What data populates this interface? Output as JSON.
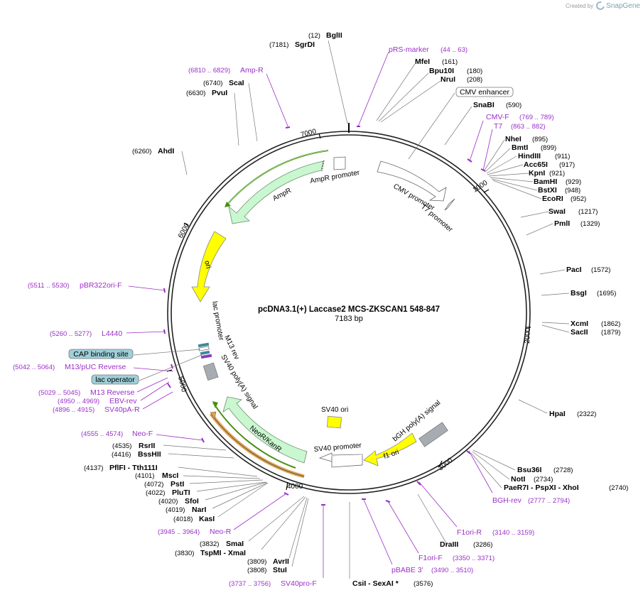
{
  "brand": {
    "created_by": "Created by",
    "product": "SnapGene"
  },
  "map": {
    "title": "pcDNA3.1(+) Laccase2 MCS-ZKSCAN1 548-847",
    "length": "7183 bp",
    "total_bp": 7183,
    "ticks": [
      "1000",
      "2000",
      "3000",
      "4000",
      "5000",
      "6000",
      "7000"
    ]
  },
  "enzymes": [
    {
      "name": "BglII",
      "pos": "(12)"
    },
    {
      "name": "SgrDI",
      "pos": "(7181)"
    },
    {
      "name": "MfeI",
      "pos": "(161)"
    },
    {
      "name": "Bpu10I",
      "pos": "(180)"
    },
    {
      "name": "NruI",
      "pos": "(208)"
    },
    {
      "name": "SnaBI",
      "pos": "(590)"
    },
    {
      "name": "NheI",
      "pos": "(895)"
    },
    {
      "name": "BmtI",
      "pos": "(899)"
    },
    {
      "name": "HindIII",
      "pos": "(911)"
    },
    {
      "name": "Acc65I",
      "pos": "(917)"
    },
    {
      "name": "KpnI",
      "pos": "(921)"
    },
    {
      "name": "BamHI",
      "pos": "(929)"
    },
    {
      "name": "BstXI",
      "pos": "(948)"
    },
    {
      "name": "EcoRI",
      "pos": "(952)"
    },
    {
      "name": "SwaI",
      "pos": "(1217)"
    },
    {
      "name": "PmlI",
      "pos": "(1329)"
    },
    {
      "name": "PacI",
      "pos": "(1572)"
    },
    {
      "name": "BsgI",
      "pos": "(1695)"
    },
    {
      "name": "XcmI",
      "pos": "(1862)"
    },
    {
      "name": "SacII",
      "pos": "(1879)"
    },
    {
      "name": "HpaI",
      "pos": "(2322)"
    },
    {
      "name": "Bsu36I",
      "pos": "(2728)"
    },
    {
      "name": "NotI",
      "pos": "(2734)"
    },
    {
      "name": "PaeR7I - PspXI - XhoI",
      "pos": "(2740)"
    },
    {
      "name": "DraIII",
      "pos": "(3286)"
    },
    {
      "name": "CsiI - SexAI *",
      "pos": "(3576)"
    },
    {
      "name": "StuI",
      "pos": "(3808)"
    },
    {
      "name": "AvrII",
      "pos": "(3809)"
    },
    {
      "name": "TspMI - XmaI",
      "pos": "(3830)"
    },
    {
      "name": "SmaI",
      "pos": "(3832)"
    },
    {
      "name": "KasI",
      "pos": "(4018)"
    },
    {
      "name": "NarI",
      "pos": "(4019)"
    },
    {
      "name": "SfoI",
      "pos": "(4020)"
    },
    {
      "name": "PluTI",
      "pos": "(4022)"
    },
    {
      "name": "PstI",
      "pos": "(4072)"
    },
    {
      "name": "MscI",
      "pos": "(4101)"
    },
    {
      "name": "PflFI - Tth111I",
      "pos": "(4137)"
    },
    {
      "name": "BssHII",
      "pos": "(4416)"
    },
    {
      "name": "RsrII",
      "pos": "(4535)"
    },
    {
      "name": "AhdI",
      "pos": "(6260)"
    },
    {
      "name": "PvuI",
      "pos": "(6630)"
    },
    {
      "name": "ScaI",
      "pos": "(6740)"
    }
  ],
  "primers": [
    {
      "name": "pRS-marker",
      "pos": "(44 .. 63)"
    },
    {
      "name": "CMV-F",
      "pos": "(769 .. 789)"
    },
    {
      "name": "T7",
      "pos": "(863 .. 882)"
    },
    {
      "name": "BGH-rev",
      "pos": "(2777 .. 2794)"
    },
    {
      "name": "F1ori-R",
      "pos": "(3140 .. 3159)"
    },
    {
      "name": "F1ori-F",
      "pos": "(3350 .. 3371)"
    },
    {
      "name": "pBABE 3'",
      "pos": "(3490 .. 3510)"
    },
    {
      "name": "SV40pro-F",
      "pos": "(3737 .. 3756)"
    },
    {
      "name": "Neo-R",
      "pos": "(3945 .. 3964)"
    },
    {
      "name": "Neo-F",
      "pos": "(4555 .. 4574)"
    },
    {
      "name": "SV40pA-R",
      "pos": "(4896 .. 4915)"
    },
    {
      "name": "EBV-rev",
      "pos": "(4950 .. 4969)"
    },
    {
      "name": "M13 Reverse",
      "pos": "(5029 .. 5045)"
    },
    {
      "name": "M13/pUC Reverse",
      "pos": "(5042 .. 5064)"
    },
    {
      "name": "L4440",
      "pos": "(5260 .. 5277)"
    },
    {
      "name": "pBR322ori-F",
      "pos": "(5511 .. 5530)"
    },
    {
      "name": "Amp-R",
      "pos": "(6810 .. 6829)"
    }
  ],
  "boxed_features": [
    {
      "name": "CMV enhancer"
    },
    {
      "name": "CAP binding site"
    },
    {
      "name": "lac operator"
    }
  ],
  "features": [
    {
      "name": "AmpR promoter"
    },
    {
      "name": "AmpR"
    },
    {
      "name": "CMV promoter"
    },
    {
      "name": "T7 promoter"
    },
    {
      "name": "ori"
    },
    {
      "name": "lac promoter"
    },
    {
      "name": "M13 rev"
    },
    {
      "name": "SV40 poly(A) signal"
    },
    {
      "name": "NeoR/KanR"
    },
    {
      "name": "SV40 ori"
    },
    {
      "name": "SV40 promoter"
    },
    {
      "name": "f1 ori"
    },
    {
      "name": "bGH poly(A) signal"
    }
  ],
  "colors": {
    "primer": "#9b2fc7",
    "ampr_fill": "#c9f7cf",
    "yellow_feature": "#ffff00",
    "gray_feature": "#a6acb2",
    "boxed_blue": "#9fcfd9",
    "ampr_arc": "#4a8f10",
    "orange_arc": "#e1a44e"
  }
}
